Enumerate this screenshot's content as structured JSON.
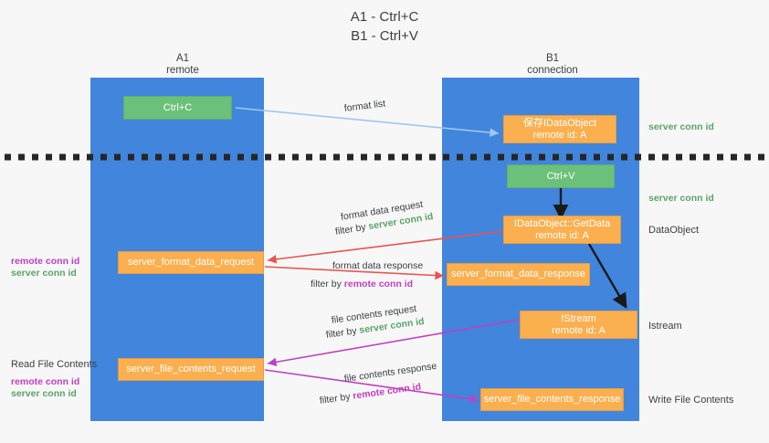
{
  "title": {
    "line1": "A1 - Ctrl+C",
    "line2": "B1 - Ctrl+V"
  },
  "colors": {
    "lane": "#4285dd",
    "green_node": "#6cc17a",
    "orange_node": "#fcaf4e",
    "server_conn": "#5aa469",
    "remote_conn": "#c040c0",
    "red_arrow": "#e8544f",
    "magenta_arrow": "#c040c0",
    "light_blue_arrow": "#9ec8ea",
    "black_arrow": "#1a1a1a",
    "background": "#f7f7f7"
  },
  "lanes": [
    {
      "name": "A1",
      "sub": "remote"
    },
    {
      "name": "B1",
      "sub": "connection"
    }
  ],
  "nodes": {
    "ctrl_c": {
      "label": "Ctrl+C",
      "style": "green"
    },
    "save_idataobject": {
      "line1": "保存IDataObject",
      "line2": "remote id: A",
      "style": "orange"
    },
    "ctrl_v": {
      "label": "Ctrl+V",
      "style": "green"
    },
    "getdata": {
      "line1": "IDataObject::GetData",
      "line2": "remote id: A",
      "style": "orange"
    },
    "format_data_request": {
      "label": "server_format_data_request",
      "style": "orange"
    },
    "format_data_response": {
      "label": "server_format_data_response",
      "style": "orange"
    },
    "istream": {
      "line1": "IStream",
      "line2": "remote id: A",
      "style": "orange"
    },
    "file_contents_request": {
      "label": "server_file_contents_request",
      "style": "orange"
    },
    "file_contents_response": {
      "label": "server_file_contents_response",
      "style": "orange"
    }
  },
  "edge_labels": {
    "format_list": "format list",
    "format_data_request": "format data request",
    "format_data_request_filter_prefix": "filter by ",
    "format_data_request_filter_key": "server conn id",
    "format_data_response": "format data response",
    "format_data_response_filter_prefix": "filter by ",
    "format_data_response_filter_key": "remote conn id",
    "file_contents_request": "file contents request",
    "file_contents_request_filter_prefix": "filter by ",
    "file_contents_request_filter_key": "server conn id",
    "file_contents_response": "file contents response",
    "file_contents_response_filter_prefix": "filter by ",
    "file_contents_response_filter_key": "remote conn id"
  },
  "right_labels": {
    "server_conn_top": "server conn id",
    "server_conn_second": "server conn id",
    "dataobject": "DataObject",
    "istream": "Istream",
    "write_file_contents": "Write File Contents"
  },
  "left_labels": {
    "remote_conn_1": "remote conn id",
    "server_conn_1": "server conn id",
    "read_file_contents": "Read File Contents",
    "remote_conn_2": "remote conn id",
    "server_conn_2": "server conn id"
  }
}
